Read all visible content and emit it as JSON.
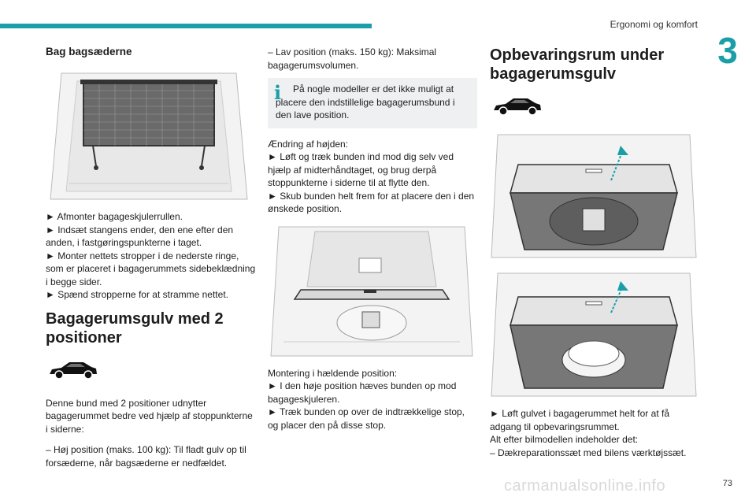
{
  "header": {
    "section_title": "Ergonomi og komfort",
    "chapter_number": "3"
  },
  "col1": {
    "heading_rear_seats": "Bag bagsæderne",
    "steps": [
      "► Afmonter bagageskjulerrullen.",
      "► Indsæt stangens ender, den ene efter den anden, i fastgøringspunkterne i taget.",
      "► Monter nettets stropper i de nederste ringe, som er placeret i bagagerummets sidebeklædning i begge sider.",
      "► Spænd stropperne for at stramme nettet."
    ],
    "heading_floor": "Bagagerumsgulv med 2 positioner",
    "floor_text": [
      "Denne bund med 2 positioner udnytter bagagerummet bedre ved hjælp af stoppunkterne i siderne:",
      "– Høj position (maks. 100 kg): Til fladt gulv op til forsæderne, når bagsæderne er nedfældet."
    ]
  },
  "col2": {
    "low_position": "– Lav position (maks. 150 kg): Maksimal bagagerumsvolumen.",
    "info_note": "På nogle modeller er det ikke muligt at placere den indstillelige bagagerumsbund i den lave position.",
    "height_change": [
      "Ændring af højden:",
      "► Løft og træk bunden ind mod dig selv ved hjælp af midterhåndtaget, og brug derpå stoppunkterne i siderne til at flytte den.",
      "► Skub bunden helt frem for at placere den i den ønskede position."
    ],
    "tilted": [
      "Montering i hældende position:",
      "► I den høje position hæves bunden op mod bagageskjuleren.",
      "► Træk bunden op over de indtrækkelige stop, og placer den på disse stop."
    ]
  },
  "col3": {
    "heading_storage": "Opbevaringsrum under bagagerumsgulv",
    "storage_text": [
      "► Løft gulvet i bagagerummet helt for at få adgang til opbevaringsrummet.",
      "Alt efter bilmodellen indeholder det:",
      "– Dækreparationssæt med bilens værktøjssæt."
    ]
  },
  "footer": {
    "page_number": "73",
    "watermark": "carmanualsonline.info"
  },
  "colors": {
    "accent": "#1a9fa8",
    "info_bg": "#eef0f2"
  }
}
